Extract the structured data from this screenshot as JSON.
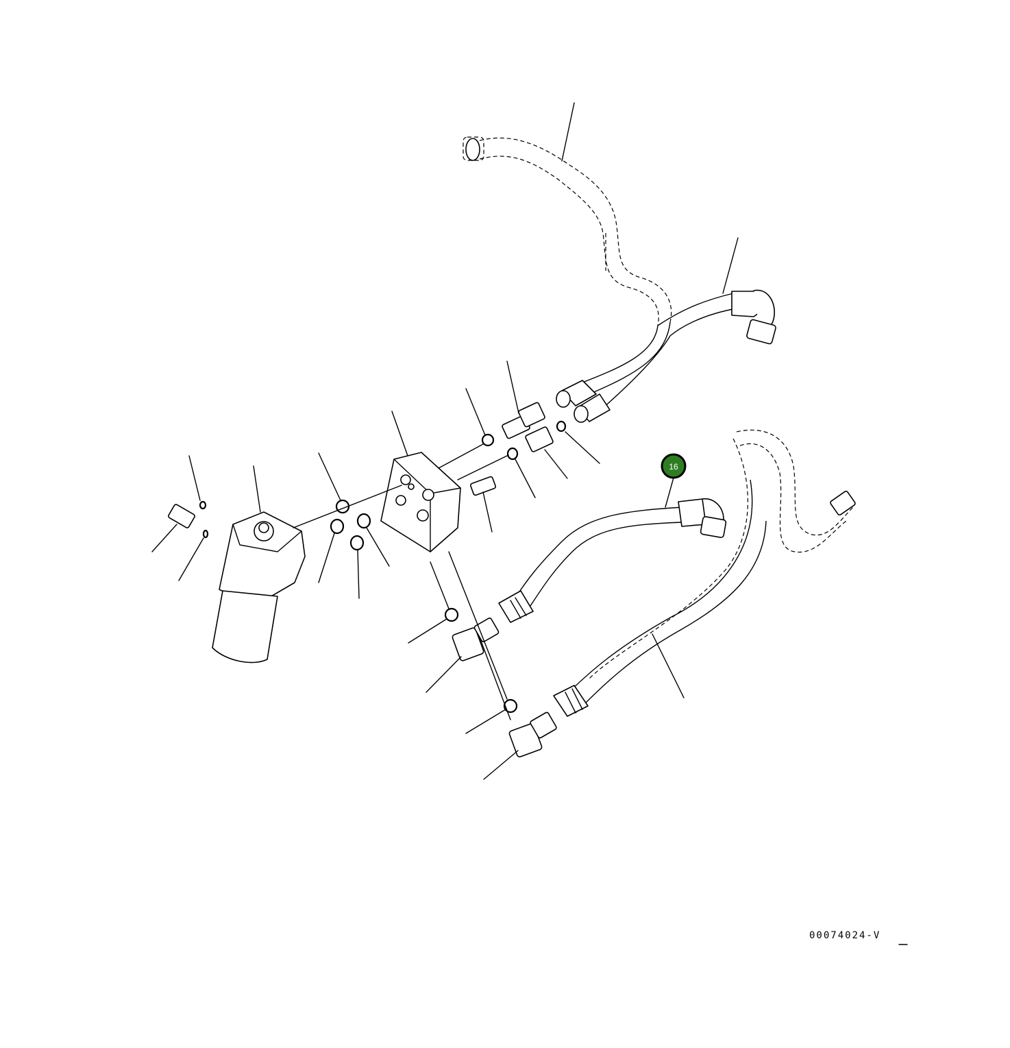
{
  "drawing_number": "00074024-V",
  "callouts": [
    {
      "label": "16",
      "fill": "#2e7d22",
      "stroke": "#000000",
      "text_color": "#ffffff",
      "leader_hint": "hose"
    }
  ],
  "colors": {
    "background": "#ffffff",
    "line": "#000000",
    "highlight": "#2e7d22"
  }
}
